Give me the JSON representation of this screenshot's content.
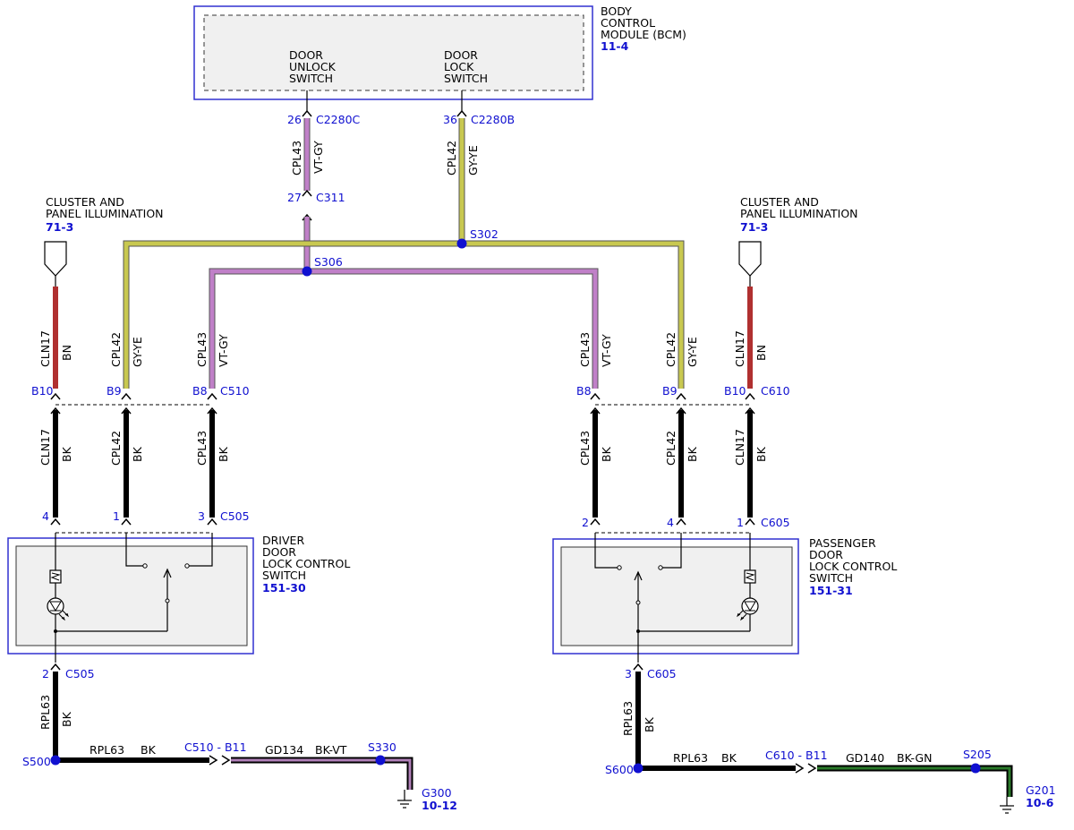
{
  "colors": {
    "blue": "#1010d0",
    "violet": "#c080c8",
    "gray_yellow": "#c8c850",
    "brown": "#b03030",
    "black": "#000000",
    "green": "#2a7a2a",
    "outline": "#3030d0",
    "box_fill": "#f0f0f0"
  },
  "icons": [
    "splice-dot",
    "connector-arrow",
    "ground-symbol",
    "resistor-icon",
    "led-icon",
    "switch-contact"
  ],
  "bcm": {
    "label_lines": [
      "BODY",
      "CONTROL",
      "MODULE (BCM)"
    ],
    "ref": "11-4",
    "unlock_switch": [
      "DOOR",
      "UNLOCK",
      "SWITCH"
    ],
    "lock_switch": [
      "DOOR",
      "LOCK",
      "SWITCH"
    ]
  },
  "illum_left": {
    "lines": [
      "CLUSTER AND",
      "PANEL ILLUMINATION"
    ],
    "ref": "71-3"
  },
  "illum_right": {
    "lines": [
      "CLUSTER AND",
      "PANEL ILLUMINATION"
    ],
    "ref": "71-3"
  },
  "driver_switch": {
    "lines": [
      "DRIVER",
      "DOOR",
      "LOCK CONTROL",
      "SWITCH"
    ],
    "ref": "151-30"
  },
  "passenger_switch": {
    "lines": [
      "PASSENGER",
      "DOOR",
      "LOCK CONTROL",
      "SWITCH"
    ],
    "ref": "151-31"
  },
  "pins": {
    "bcm_26": "26",
    "bcm_c2280c": "C2280C",
    "bcm_36": "36",
    "bcm_c2280b": "C2280B",
    "p27": "27",
    "c311": "C311",
    "b10_l": "B10",
    "b9_l": "B9",
    "b8_l": "B8",
    "c510": "C510",
    "b8_r": "B8",
    "b9_r": "B9",
    "b10_r": "B10",
    "c610": "C610",
    "d4": "4",
    "d1": "1",
    "d3": "3",
    "c505_top": "C505",
    "p2": "2",
    "p4": "4",
    "p1": "1",
    "c605_top": "C605",
    "d2": "2",
    "c505_bot": "C505",
    "p3": "3",
    "c605_bot": "C605"
  },
  "splices": {
    "s302": "S302",
    "s306": "S306",
    "s500": "S500",
    "s330": "S330",
    "s600": "S600",
    "s205": "S205"
  },
  "wires": {
    "cpl43": "CPL43",
    "vt_gy": "VT-GY",
    "cpl42": "CPL42",
    "gy_ye": "GY-YE",
    "cln17": "CLN17",
    "bn": "BN",
    "bk": "BK",
    "rpl63": "RPL63",
    "gd134": "GD134",
    "bk_vt": "BK-VT",
    "gd140": "GD140",
    "bk_gn": "BK-GN"
  },
  "inline": {
    "c510_b11": "C510 - B11",
    "c610_b11": "C610 - B11"
  },
  "grounds": {
    "g300": "G300",
    "g300_ref": "10-12",
    "g201": "G201",
    "g201_ref": "10-6"
  }
}
